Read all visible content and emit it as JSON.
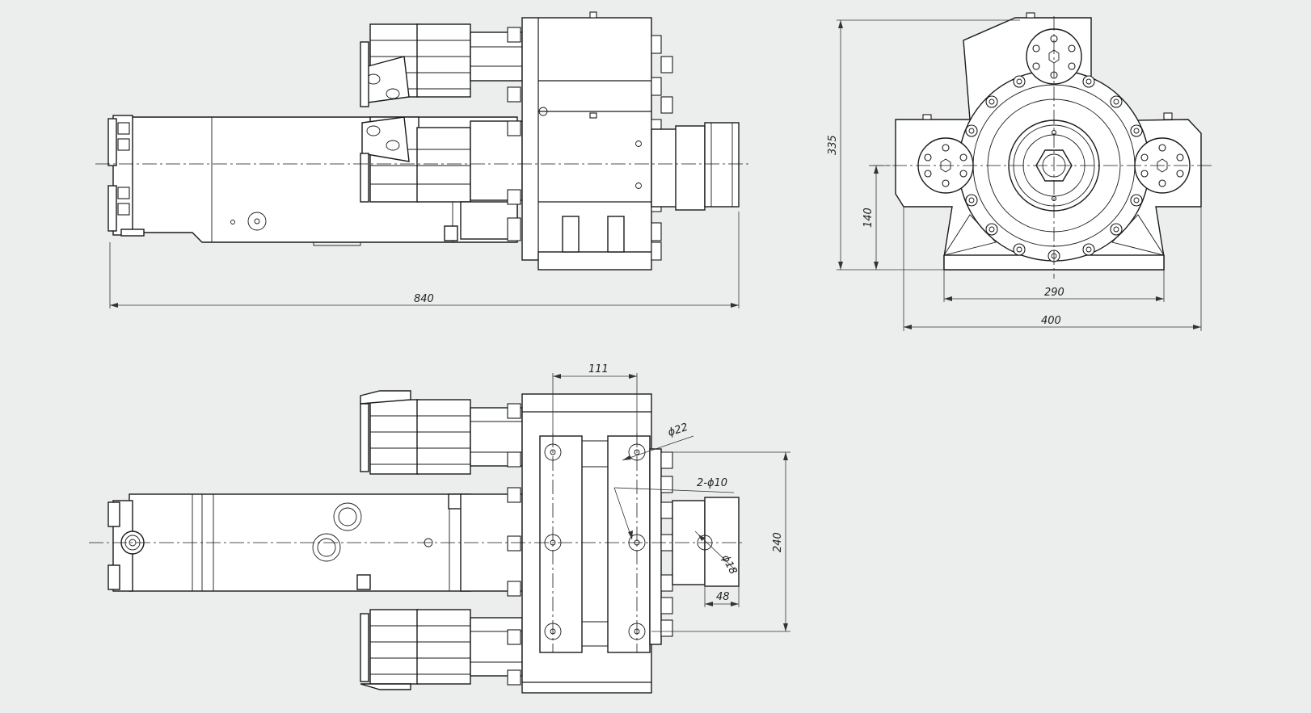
{
  "dimensions": {
    "side_length": "840",
    "front_height": "335",
    "front_axis_height": "140",
    "front_base_width": "290",
    "front_overall_width": "400",
    "top_spacing": "111",
    "hole_large": "ϕ22",
    "hole_small": "2-ϕ10",
    "hole_bore": "ϕ18",
    "hole_span": "240",
    "bore_offset": "48"
  }
}
